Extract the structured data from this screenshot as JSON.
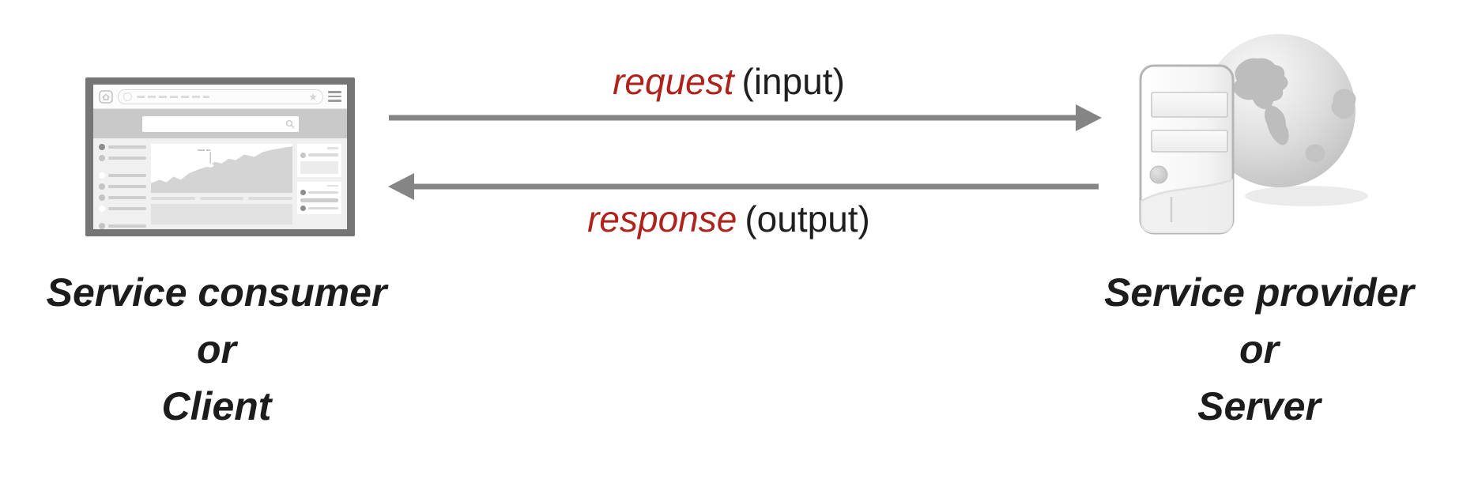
{
  "diagram": {
    "type": "client-server-request-response",
    "background": "#ffffff"
  },
  "client": {
    "illustration": "browser-window-wireframe",
    "label_lines": [
      "Service consumer",
      "or",
      "Client"
    ]
  },
  "server": {
    "illustration": "server-tower-with-globe",
    "label_lines": [
      "Service provider",
      "or",
      "Server"
    ]
  },
  "messages": {
    "request": {
      "keyword": "request",
      "annotation": "(input)",
      "direction": "client-to-server"
    },
    "response": {
      "keyword": "response",
      "annotation": "(output)",
      "direction": "server-to-client"
    }
  },
  "icons": {
    "star": "★",
    "browser_icons": [
      "home-icon",
      "star-icon",
      "menu-icon",
      "search-icon"
    ]
  },
  "colors": {
    "keyword_red": "#ae231c",
    "text_black": "#1c1c1c",
    "arrow_gray": "#858585",
    "browser_frame_gray": "#757575"
  }
}
